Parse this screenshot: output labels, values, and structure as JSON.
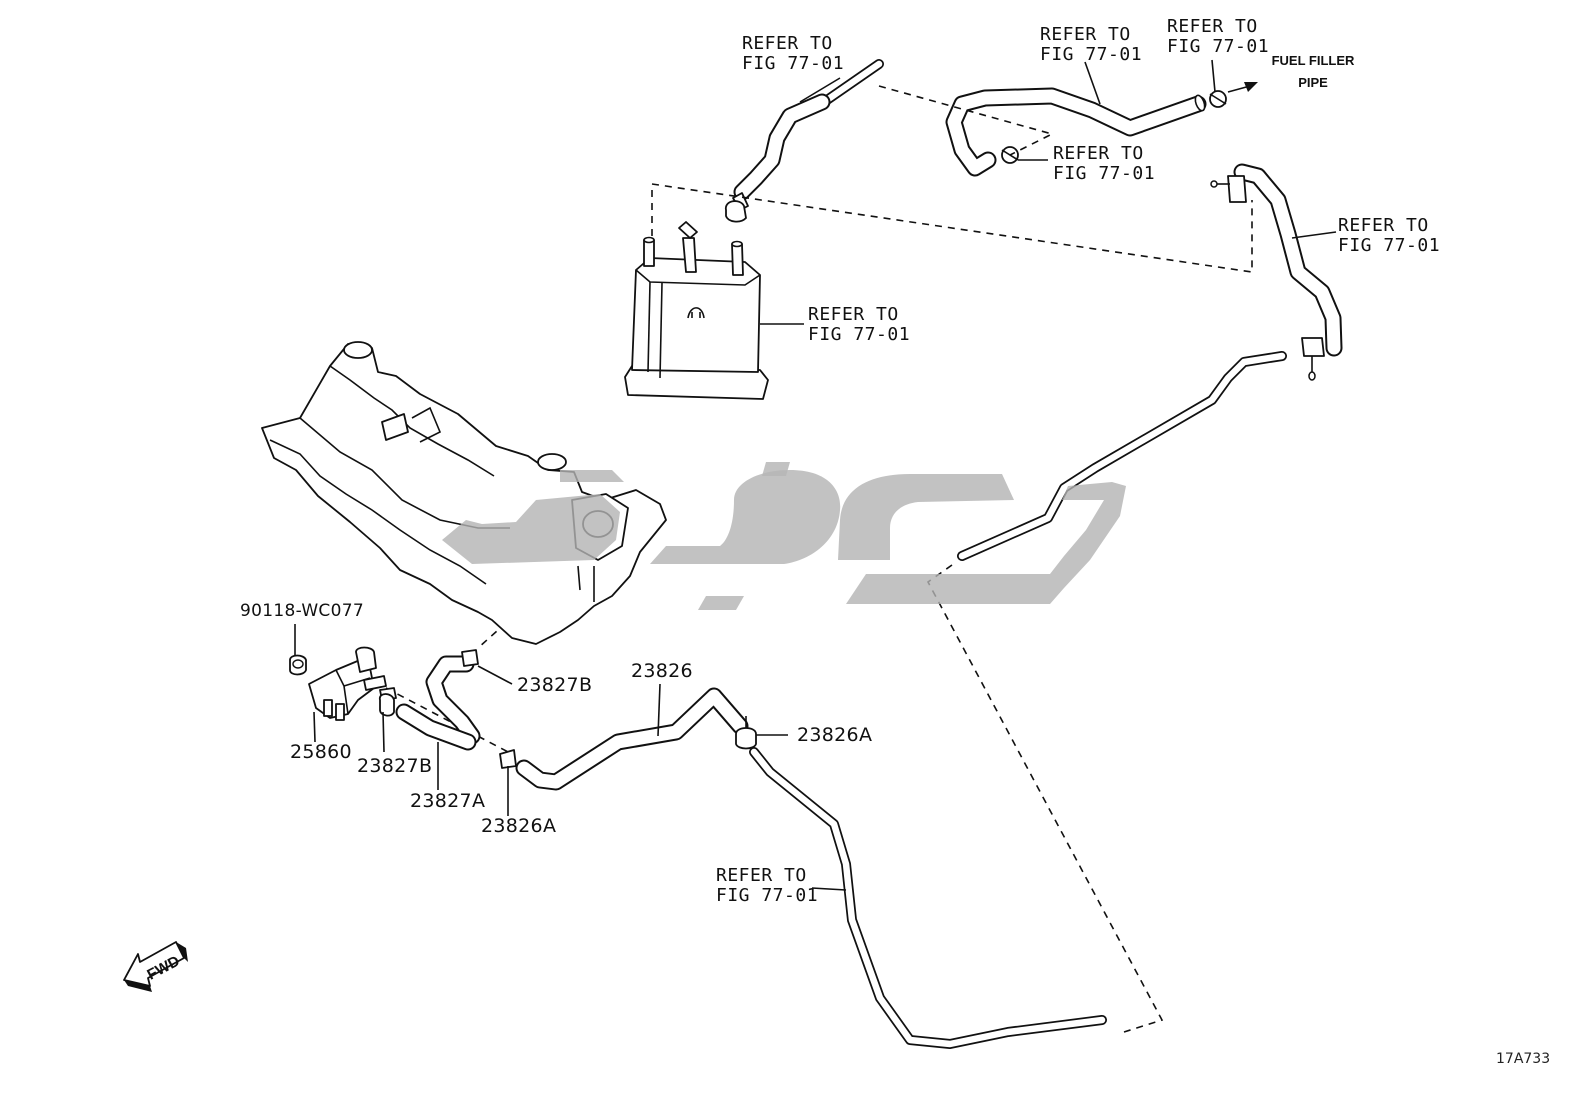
{
  "refer_text": {
    "line1": "REFER TO",
    "line2": "FIG 77-01"
  },
  "destination": {
    "line1": "FUEL FILLER",
    "line2": "PIPE"
  },
  "parts": {
    "p90118": "90118-WC077",
    "p25860": "25860",
    "p23827B_a": "23827B",
    "p23827B_b": "23827B",
    "p23827A": "23827A",
    "p23826": "23826",
    "p23826A_a": "23826A",
    "p23826A_b": "23826A"
  },
  "direction": "FWD",
  "figure_id": "17A733",
  "colors": {
    "line": "#111111",
    "watermark": "#b3b3b3"
  }
}
